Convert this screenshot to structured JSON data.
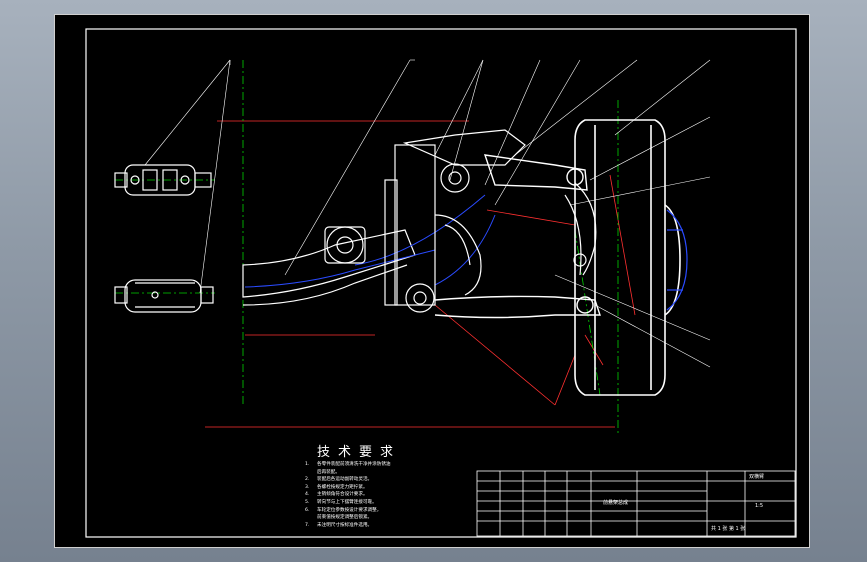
{
  "technical_requirements": {
    "title": "技术要求",
    "items": [
      {
        "num": "1.",
        "text": "各零件装配前须清洗干净并涂防锈油"
      },
      {
        "num": "",
        "text": "后再装配。"
      },
      {
        "num": "2.",
        "text": "装配后各运动副转动灵活。"
      },
      {
        "num": "3.",
        "text": "各螺栓按规定力矩拧紧。"
      },
      {
        "num": "4.",
        "text": "主销倾角符合设计要求。"
      },
      {
        "num": "5.",
        "text": "转向节与上下摆臂连接可靠。"
      },
      {
        "num": "6.",
        "text": "车轮定位参数按设计要求调整，"
      },
      {
        "num": "",
        "text": "前束值按规定调整后锁紧。"
      },
      {
        "num": "7.",
        "text": "未注明尺寸按标准件选用。"
      }
    ]
  },
  "title_block": {
    "drawing_title": "前悬架总成",
    "scale": "1:5",
    "sheet": "共 1 张 第 1 张",
    "stamp": "双横臂"
  },
  "colors": {
    "frame": "#ffffff",
    "geometry": "#ffffff",
    "centerline": "#00d000",
    "dimension": "#ff3030",
    "hidden": "#2a4bff",
    "leader": "#ffffff"
  },
  "icons": [
    "cad-drawing-sheet"
  ]
}
